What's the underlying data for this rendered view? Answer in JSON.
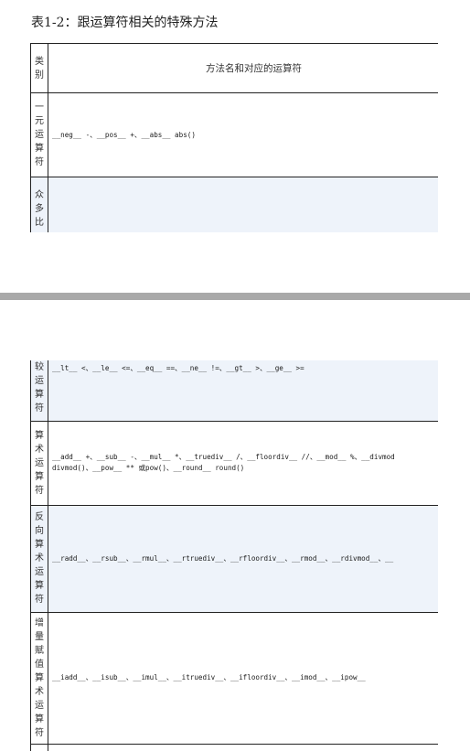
{
  "document": {
    "title": "表1-2：跟运算符相关的特殊方法",
    "header": {
      "category": "类别",
      "content": "方法名和对应的运算符"
    },
    "rows": [
      {
        "category": [
          "一",
          "元",
          "运",
          "算",
          "符"
        ],
        "content": "__neg__ -、__pos__ +、__abs__ abs()"
      },
      {
        "category": [
          "众",
          "多",
          "比"
        ],
        "content": ""
      },
      {
        "category": [
          "较",
          "运",
          "算",
          "符"
        ],
        "content": "__lt__ <、__le__ <=、__eq__ ==、__ne__ !=、__gt__ >、__ge__ >="
      },
      {
        "category": [
          "算",
          "术",
          "运",
          "算",
          "符"
        ],
        "content_lines": [
          "__add__ +、__sub__ -、__mul__ *、__truediv__ /、__floordiv__ //、__mod__ %、__divmod",
          "divmod()、__pow__ ** 或pow()、__round__ round()"
        ]
      },
      {
        "category": [
          "反",
          "向",
          "算",
          "术",
          "运",
          "算",
          "符"
        ],
        "content": "__radd__、__rsub__、__rmul__、__rtruediv__、__rfloordiv__、__rmod__、__rdivmod__、__"
      },
      {
        "category": [
          "增",
          "量",
          "赋",
          "值",
          "算",
          "术",
          "运",
          "算",
          "符"
        ],
        "content": "__iadd__、__isub__、__imul__、__itruediv__、__ifloordiv__、__imod__、__ipow__"
      }
    ]
  }
}
